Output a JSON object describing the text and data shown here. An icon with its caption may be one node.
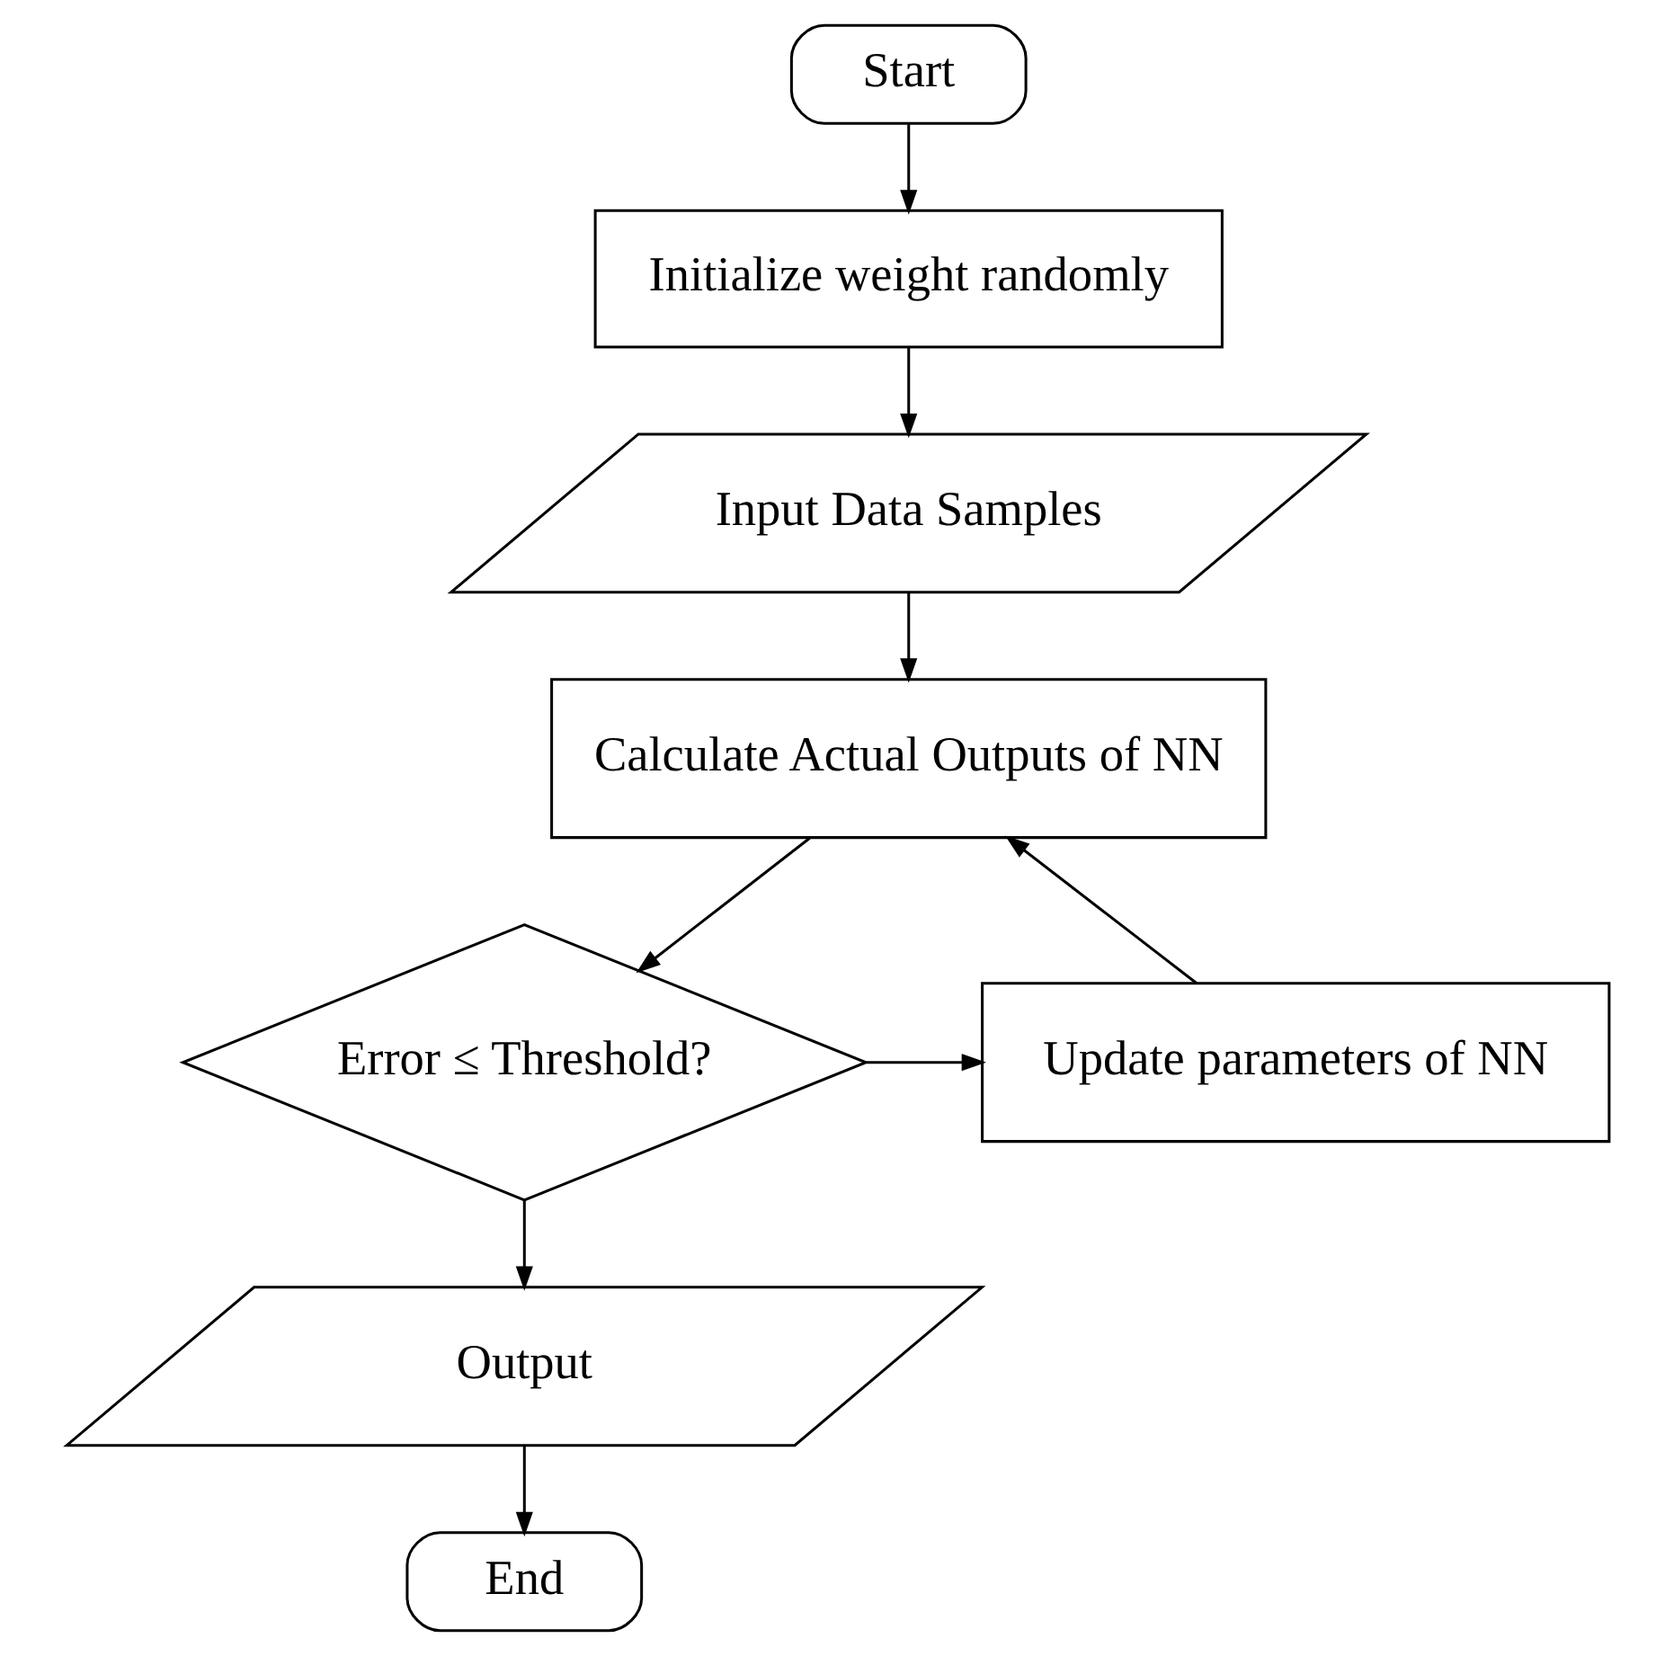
{
  "diagram": {
    "nodes": [
      {
        "text": [
          "Start"
        ]
      },
      {
        "text": [
          "Initialize weight randomly"
        ]
      },
      {
        "text": [
          "Input Data Samples"
        ]
      },
      {
        "text": [
          "Calculate Actual Outputs of NN"
        ]
      },
      {
        "text": [
          "Error ≤ Threshold?"
        ]
      },
      {
        "text": [
          "Update parameters of NN"
        ]
      },
      {
        "text": [
          "Output"
        ]
      },
      {
        "text": [
          "End"
        ]
      }
    ],
    "edges": [
      {
        "from": 0,
        "to": 1,
        "arrow": "to"
      },
      {
        "from": 1,
        "to": 2,
        "arrow": "to"
      },
      {
        "from": 2,
        "to": 3,
        "arrow": "to"
      },
      {
        "from": 3,
        "to": 4,
        "arrow": "to"
      },
      {
        "from": 4,
        "to": 5,
        "arrow": "to"
      },
      {
        "from": 5,
        "to": 3,
        "arrow": "to"
      },
      {
        "from": 4,
        "to": 6,
        "arrow": "to"
      },
      {
        "from": 6,
        "to": 7,
        "arrow": "to"
      }
    ]
  }
}
